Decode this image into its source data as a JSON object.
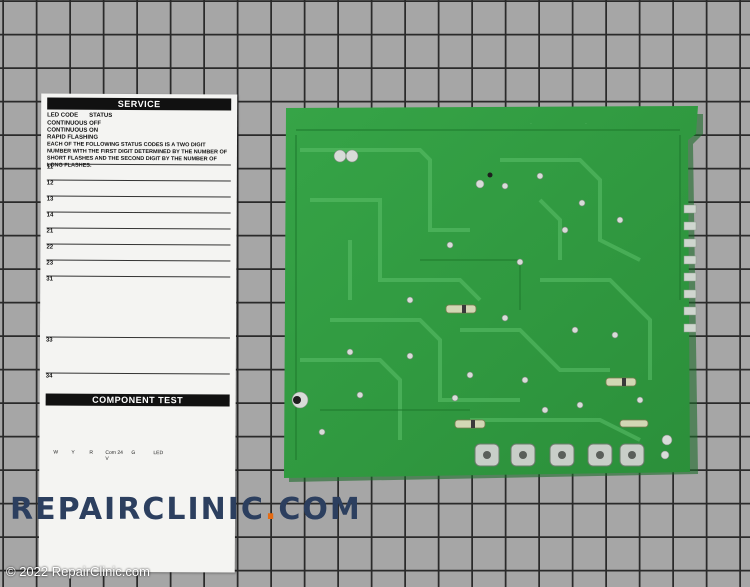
{
  "image": {
    "subject": "furnace-control-circuit-board",
    "colors": {
      "pcb_green": "#2f9a3e",
      "grid_line": "#2e2e2e",
      "background": "#8f8f8f",
      "label_paper": "#f4f4f2"
    }
  },
  "service_label": {
    "title": "SERVICE",
    "header_left": "LED CODE",
    "header_right": "STATUS",
    "rows": [
      "CONTINUOUS OFF",
      "CONTINUOUS ON",
      "RAPID FLASHING"
    ],
    "notes": "EACH OF THE FOLLOWING STATUS CODES IS A TWO DIGIT NUMBER WITH THE FIRST DIGIT DETERMINED BY THE NUMBER OF SHORT FLASHES AND THE SECOND DIGIT BY THE NUMBER OF LONG FLASHES.",
    "codes": [
      "11",
      "12",
      "13",
      "14",
      "21",
      "22",
      "23",
      "31",
      "33",
      "34"
    ],
    "component_test_title": "COMPONENT TEST",
    "led_row": [
      "W",
      "Y",
      "R",
      "Com 24 V",
      "G",
      "LED"
    ]
  },
  "watermark": {
    "repair": "REPAIR",
    "clinic": "CLINIC",
    "dot": ".",
    "com": "COM"
  },
  "copyright": "© 2022 RepairClinic.com"
}
